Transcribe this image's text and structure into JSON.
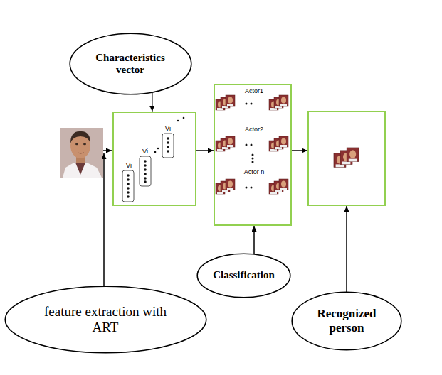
{
  "diagram": {
    "nodes": [
      {
        "text": [
          "Characteristics vector"
        ]
      },
      {
        "text": [
          "Vi",
          "Vi",
          "Vi"
        ]
      },
      {
        "text": [
          "Actor1",
          "Actor2",
          "Actor n"
        ]
      },
      {
        "text": []
      },
      {
        "text": [
          "Classification"
        ]
      },
      {
        "text": [
          "feature extraction with ART"
        ]
      },
      {
        "text": [
          "Recognized person"
        ]
      }
    ],
    "edges": [
      {
        "from": 0,
        "to": 1,
        "arrow": "to"
      },
      {
        "from": 1,
        "to": 2,
        "arrow": "to"
      },
      {
        "from": 2,
        "to": 3,
        "arrow": "to"
      },
      {
        "from": 4,
        "to": 2,
        "arrow": "to"
      },
      {
        "from": 6,
        "to": 3,
        "arrow": "to"
      }
    ]
  }
}
